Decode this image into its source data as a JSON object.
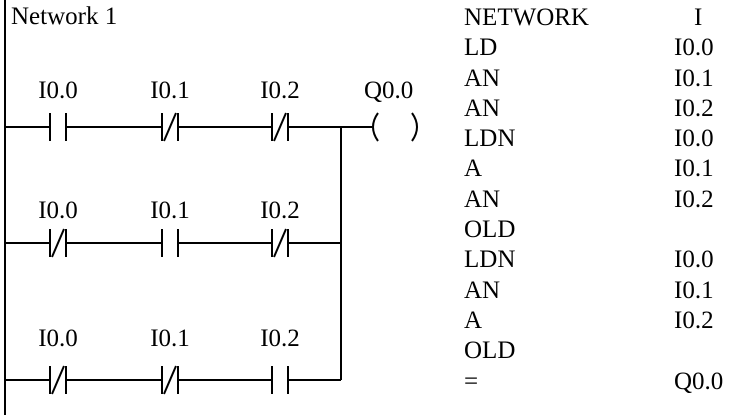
{
  "network_title": "Network 1",
  "ladder": {
    "rungs": [
      {
        "contacts": [
          {
            "address": "I0.0",
            "type": "NO"
          },
          {
            "address": "I0.1",
            "type": "NC"
          },
          {
            "address": "I0.2",
            "type": "NC"
          }
        ]
      },
      {
        "contacts": [
          {
            "address": "I0.0",
            "type": "NC"
          },
          {
            "address": "I0.1",
            "type": "NO"
          },
          {
            "address": "I0.2",
            "type": "NC"
          }
        ]
      },
      {
        "contacts": [
          {
            "address": "I0.0",
            "type": "NC"
          },
          {
            "address": "I0.1",
            "type": "NC"
          },
          {
            "address": "I0.2",
            "type": "NO"
          }
        ]
      }
    ],
    "coil": {
      "address": "Q0.0",
      "symbol": "( )"
    }
  },
  "stl": {
    "header": {
      "op": "NETWORK",
      "arg": "I"
    },
    "rows": [
      {
        "op": "LD",
        "arg": "I0.0"
      },
      {
        "op": "AN",
        "arg": "I0.1"
      },
      {
        "op": "AN",
        "arg": "I0.2"
      },
      {
        "op": "LDN",
        "arg": "I0.0"
      },
      {
        "op": "A",
        "arg": "I0.1"
      },
      {
        "op": "AN",
        "arg": "I0.2"
      },
      {
        "op": "OLD",
        "arg": ""
      },
      {
        "op": "LDN",
        "arg": "I0.0"
      },
      {
        "op": "AN",
        "arg": "I0.1"
      },
      {
        "op": "A",
        "arg": "I0.2"
      },
      {
        "op": "OLD",
        "arg": ""
      },
      {
        "op": "=",
        "arg": "Q0.0"
      }
    ]
  }
}
